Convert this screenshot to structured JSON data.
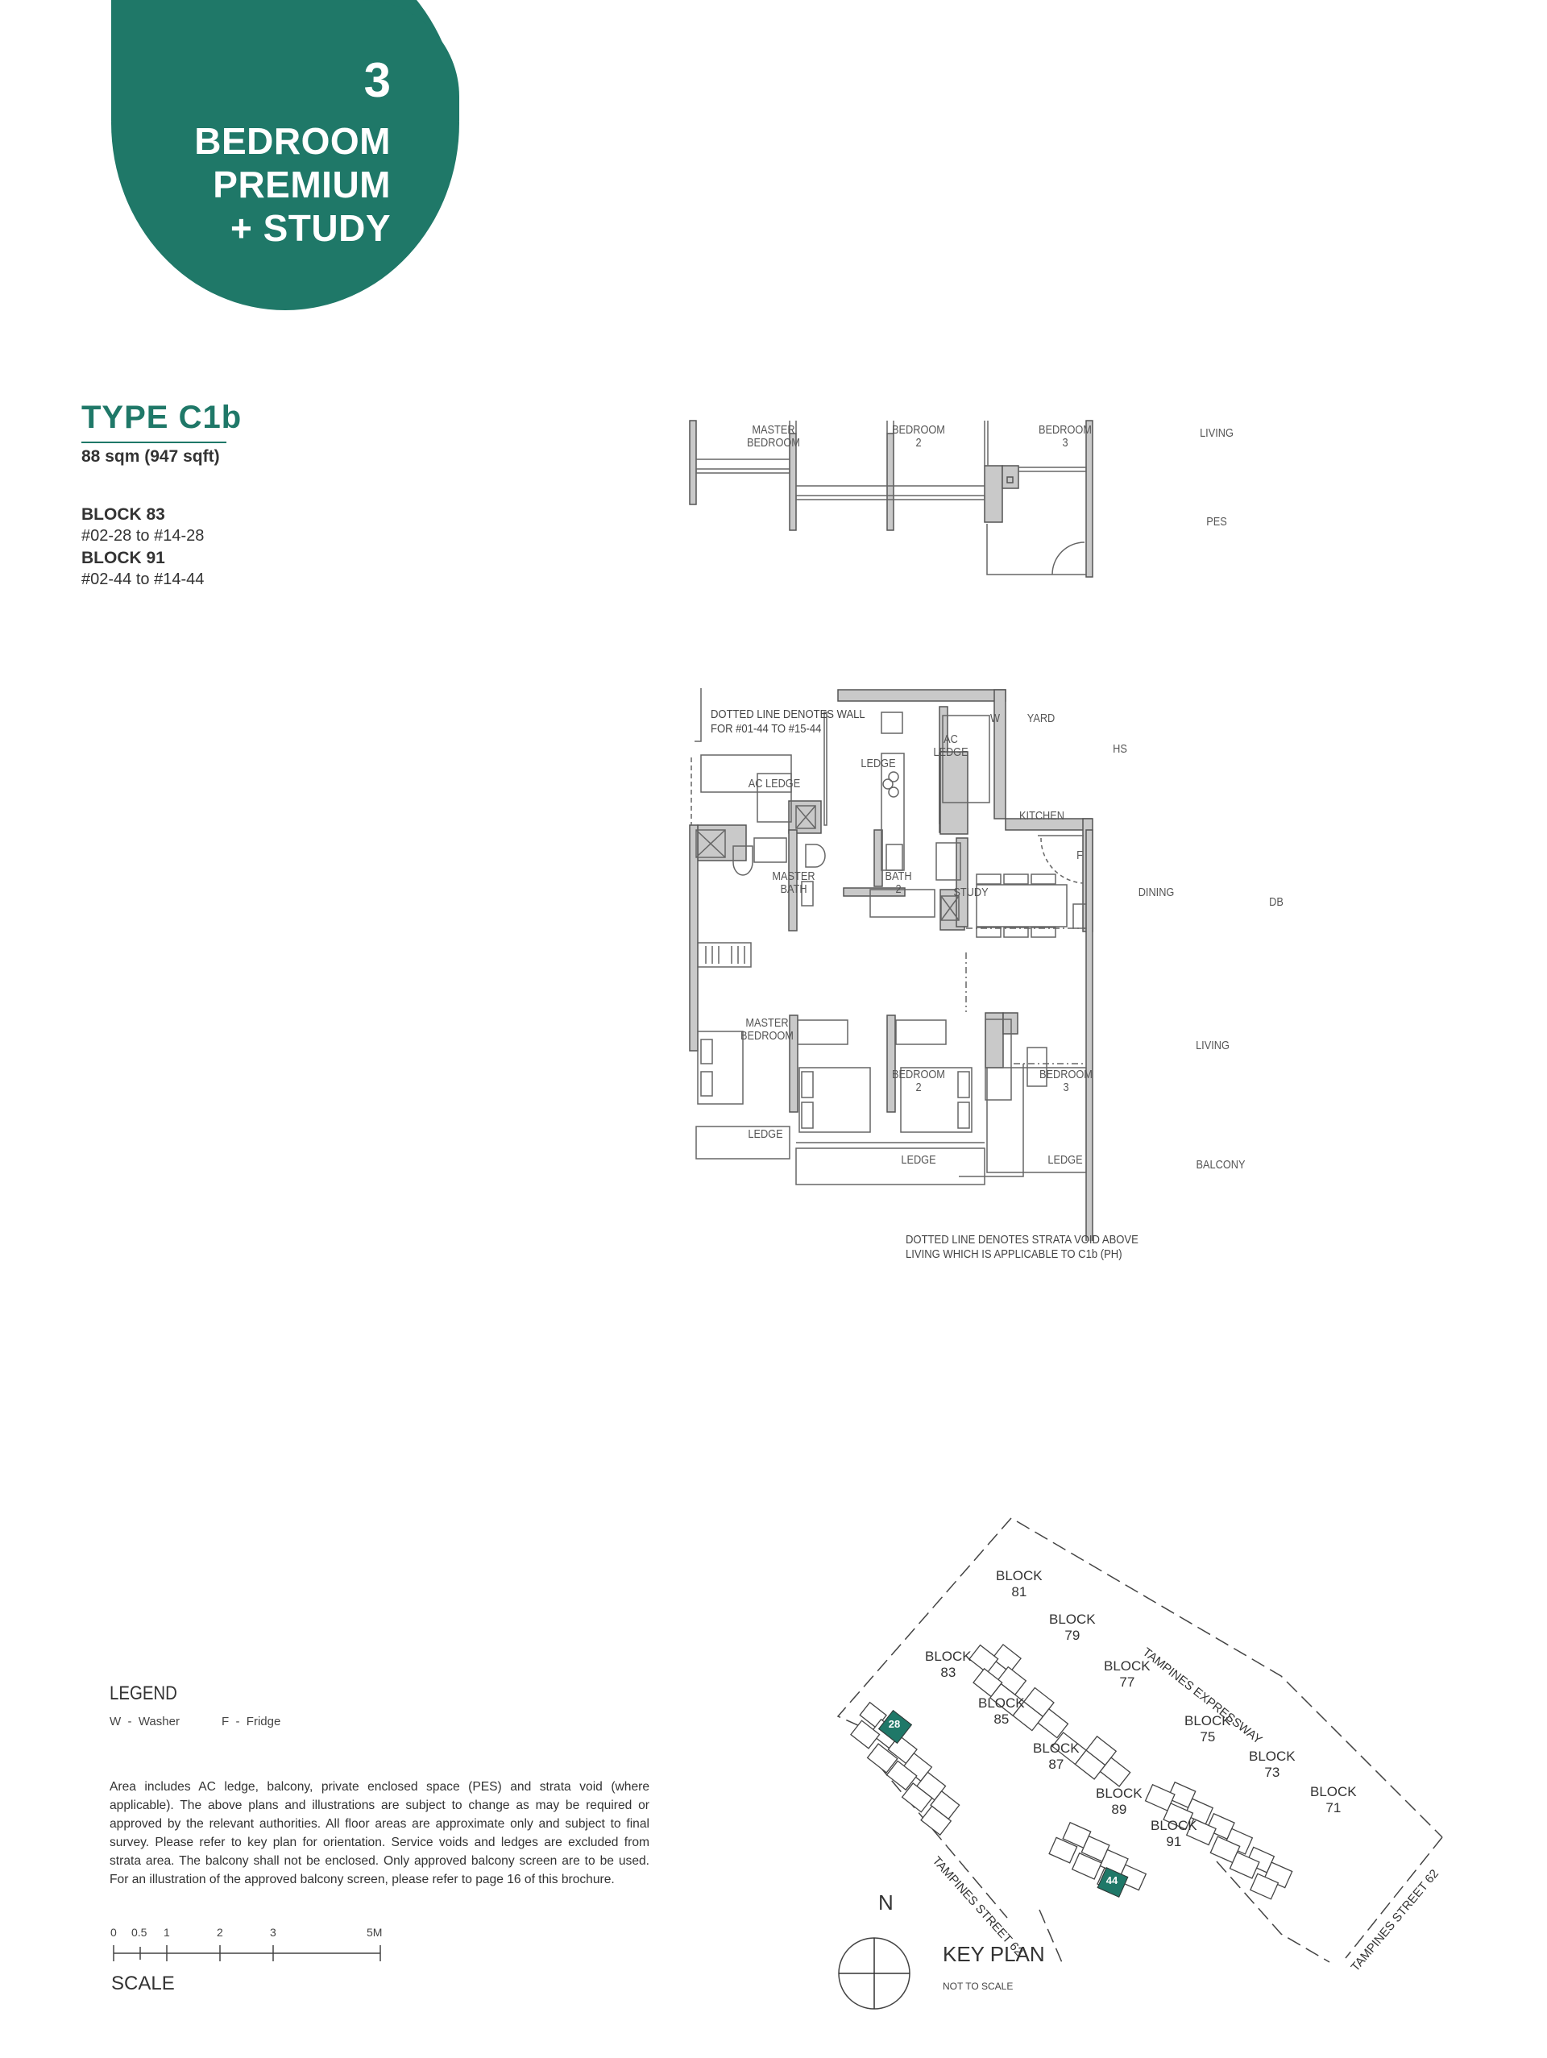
{
  "badge": {
    "number": "3",
    "line1": "BEDROOM",
    "line2": "PREMIUM",
    "line3": "+ STUDY",
    "color": "#1f7868"
  },
  "unit": {
    "type_title": "TYPE C1b",
    "area": "88 sqm (947 sqft)",
    "blocks": [
      {
        "label": "BLOCK 83",
        "units": "#02-28 to #14-28"
      },
      {
        "label": "BLOCK 91",
        "units": "#02-44 to #14-44"
      }
    ]
  },
  "strata_plan": {
    "rooms": [
      "MASTER BEDROOM",
      "BEDROOM 2",
      "BEDROOM 3",
      "LIVING",
      "PES"
    ],
    "labels": {
      "master_bedroom_1": "MASTER",
      "master_bedroom_2": "BEDROOM",
      "bedroom2_1": "BEDROOM",
      "bedroom2_2": "2",
      "bedroom3_1": "BEDROOM",
      "bedroom3_2": "3",
      "living": "LIVING",
      "pes": "PES"
    }
  },
  "floor_plan": {
    "labels": {
      "ac_ledge": "AC LEDGE",
      "ac_ledge2_1": "AC",
      "ac_ledge2_2": "LEDGE",
      "ledge_top": "LEDGE",
      "washer": "W",
      "yard": "YARD",
      "hs": "HS",
      "kitchen": "KITCHEN",
      "fridge": "F",
      "master_bath_1": "MASTER",
      "master_bath_2": "BATH",
      "bath2_1": "BATH",
      "bath2_2": "2",
      "study": "STUDY",
      "dining": "DINING",
      "db": "DB",
      "master_bedroom_1": "MASTER",
      "master_bedroom_2": "BEDROOM",
      "bedroom2_1": "BEDROOM",
      "bedroom2_2": "2",
      "bedroom3_1": "BEDROOM",
      "bedroom3_2": "3",
      "living": "LIVING",
      "ledge_1": "LEDGE",
      "ledge_2": "LEDGE",
      "ledge_3": "LEDGE",
      "balcony": "BALCONY"
    },
    "note_top_1": "DOTTED LINE DENOTES WALL",
    "note_top_2": "FOR  #01-44 TO #15-44",
    "note_bottom_1": "DOTTED LINE DENOTES STRATA VOID ABOVE",
    "note_bottom_2": "LIVING WHICH IS APPLICABLE TO C1b (PH)"
  },
  "legend": {
    "title": "LEGEND",
    "items": [
      "W  -  Washer",
      "F  -  Fridge"
    ]
  },
  "disclaimer": "Area includes AC ledge, balcony, private enclosed space (PES) and strata void (where applicable). The above plans and illustrations are subject to change as may be required or approved by the relevant authorities. All floor areas are approximate only and subject to final survey. Please refer to key plan for orientation. Service voids and ledges are excluded from strata area. The balcony shall not be enclosed. Only approved balcony screen are to be used. For an illustration of the approved balcony screen, please refer to page 16 of this brochure.",
  "scale": {
    "label": "SCALE",
    "ticks": [
      "0",
      "0.5",
      "1",
      "2",
      "3",
      "5M"
    ]
  },
  "key_plan": {
    "title": "KEY PLAN",
    "subtitle": "NOT TO SCALE",
    "north": "N",
    "roads": [
      "TAMPINES EXPRESSWAY",
      "TAMPINES STREET 62",
      "TAMPINES STREET 62"
    ],
    "blocks": [
      {
        "label": "BLOCK",
        "num": "81"
      },
      {
        "label": "BLOCK",
        "num": "79"
      },
      {
        "label": "BLOCK",
        "num": "77"
      },
      {
        "label": "BLOCK",
        "num": "83"
      },
      {
        "label": "BLOCK",
        "num": "85"
      },
      {
        "label": "BLOCK",
        "num": "87"
      },
      {
        "label": "BLOCK",
        "num": "75"
      },
      {
        "label": "BLOCK",
        "num": "73"
      },
      {
        "label": "BLOCK",
        "num": "71"
      },
      {
        "label": "BLOCK",
        "num": "89"
      },
      {
        "label": "BLOCK",
        "num": "91"
      }
    ],
    "highlighted_units": [
      "28",
      "44"
    ],
    "highlight_color": "#1f7868"
  }
}
